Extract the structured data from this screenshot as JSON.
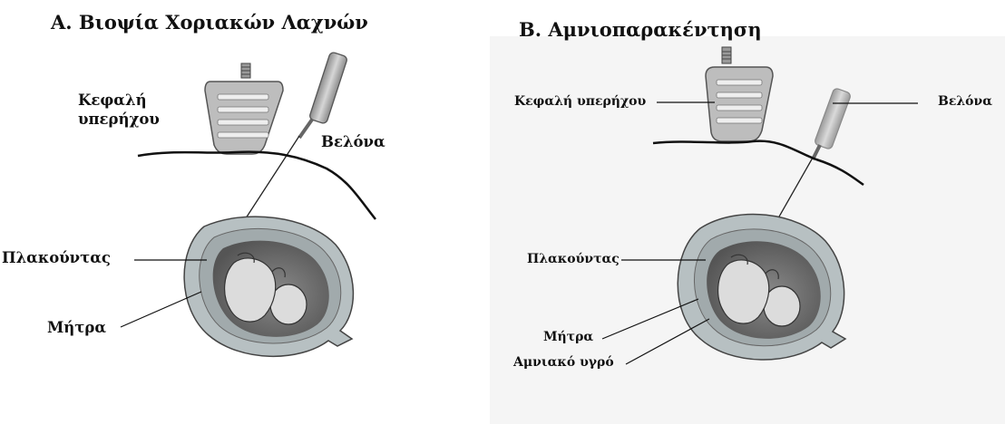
{
  "panel_a": {
    "title": "A. Βιοψία Χοριακών Λαχνών",
    "labels": {
      "head_line1": "Κεφαλή",
      "head_line2": "υπερήχου",
      "needle": "Βελόνα",
      "placenta": "Πλακούντας",
      "uterus": "Μήτρα"
    }
  },
  "panel_b": {
    "title": "B. Αμνιοπαρακέντηση",
    "labels": {
      "head": "Κεφαλή υπερήχου",
      "needle": "Βελόνα",
      "placenta": "Πλακούντας",
      "uterus": "Μήτρα",
      "amniotic_fluid": "Αμνιακό υγρό"
    }
  },
  "colors": {
    "line": "#111111",
    "probe_fill": "#bdbdbd",
    "probe_stripe": "#eeeeee",
    "uterus_wall": "#b7c0c2",
    "uterus_inner": "#9aa4a6",
    "fetus": "#dcdcdc",
    "cavity": "#6e6e6e",
    "panel_b_bg": "#f4f4f4"
  }
}
